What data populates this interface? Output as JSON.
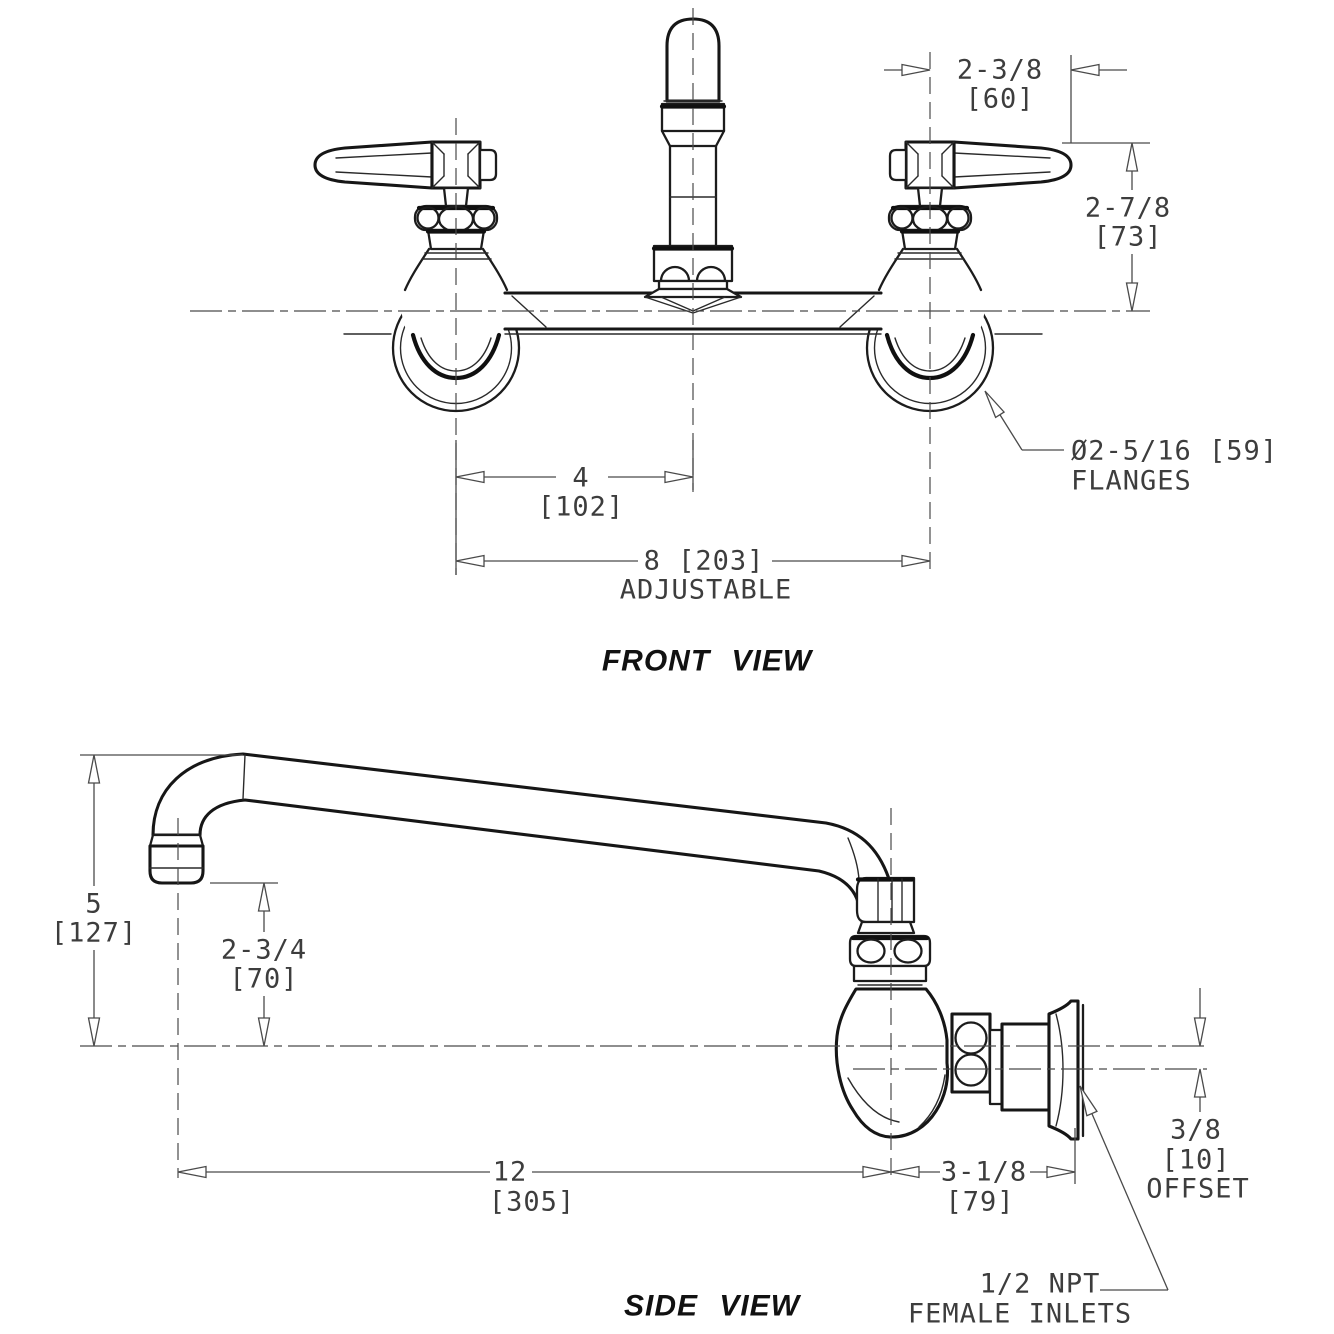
{
  "page": {
    "background": "#ffffff",
    "object_line_color": "#161616",
    "dimension_line_color": "#4a4a4a",
    "text_color": "#3d3d3d"
  },
  "front_view": {
    "label": "FRONT VIEW",
    "dim_handle_span": {
      "value": "2-3/8",
      "metric": "[60]"
    },
    "dim_handle_height": {
      "value": "2-7/8",
      "metric": "[73]"
    },
    "flange_note": {
      "value": "Ø2-5/16 [59]",
      "label": "FLANGES"
    },
    "dim_center_spacing": {
      "value": "4",
      "metric": "[102]"
    },
    "dim_adjustable": {
      "value": "8 [203]",
      "label": "ADJUSTABLE"
    }
  },
  "side_view": {
    "label": "SIDE VIEW",
    "dim_spout_height": {
      "value": "5",
      "metric": "[127]"
    },
    "dim_spout_clearance": {
      "value": "2-3/4",
      "metric": "[70]"
    },
    "dim_spout_reach": {
      "value": "12",
      "metric": "[305]"
    },
    "dim_body_to_wall": {
      "value": "3-1/8",
      "metric": "[79]"
    },
    "dim_offset": {
      "value": "3/8",
      "metric": "[10]",
      "label": "OFFSET"
    },
    "inlet_note": {
      "line1": "1/2 NPT",
      "line2": "FEMALE INLETS"
    }
  }
}
